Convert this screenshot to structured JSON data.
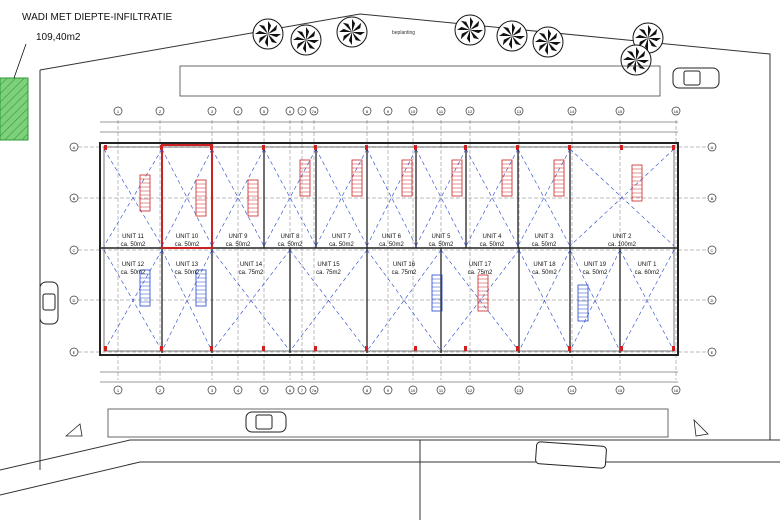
{
  "wadi": {
    "title": "WADI MET DIEPTE-INFILTRATIE",
    "area": "109,40m2"
  },
  "beplanting": "beplanting",
  "axis_columns": [
    "1",
    "2",
    "3",
    "4",
    "5",
    "6",
    "7",
    "7a",
    "8",
    "9",
    "10",
    "11",
    "12",
    "13",
    "14",
    "15",
    "16"
  ],
  "axis_rows": [
    "A",
    "B",
    "C",
    "D",
    "E"
  ],
  "units_top": [
    {
      "name": "UNIT 11",
      "size": "ca. 50m2"
    },
    {
      "name": "UNIT 10",
      "size": "ca. 50m2"
    },
    {
      "name": "UNIT 9",
      "size": "ca. 50m2"
    },
    {
      "name": "UNIT 8",
      "size": "ca. 50m2"
    },
    {
      "name": "UNIT 7",
      "size": "ca. 50m2"
    },
    {
      "name": "UNIT 6",
      "size": "ca. 50m2"
    },
    {
      "name": "UNIT 5",
      "size": "ca. 50m2"
    },
    {
      "name": "UNIT 4",
      "size": "ca. 50m2"
    },
    {
      "name": "UNIT 3",
      "size": "ca. 50m2"
    },
    {
      "name": "UNIT 2",
      "size": "ca. 100m2"
    }
  ],
  "units_bottom": [
    {
      "name": "UNIT 12",
      "size": "ca. 50m2"
    },
    {
      "name": "UNIT 13",
      "size": "ca. 50m2"
    },
    {
      "name": "UNIT 14",
      "size": "ca. 75m2"
    },
    {
      "name": "UNIT 15",
      "size": "ca. 75m2"
    },
    {
      "name": "UNIT 16",
      "size": "ca. 75m2"
    },
    {
      "name": "UNIT 17",
      "size": "ca. 75m2"
    },
    {
      "name": "UNIT 18",
      "size": "ca. 50m2"
    },
    {
      "name": "UNIT 19",
      "size": "ca. 50m2"
    },
    {
      "name": "UNIT 1",
      "size": "ca. 60m2"
    }
  ],
  "colors": {
    "line": "#222222",
    "grid": "#555555",
    "blue": "#2244cc",
    "red": "#cc2222",
    "green": "#3db34a",
    "tree": "#111111"
  },
  "icons": [
    "tree-icon",
    "car-icon",
    "van-icon",
    "stair-icon",
    "north-arrow-icon"
  ]
}
